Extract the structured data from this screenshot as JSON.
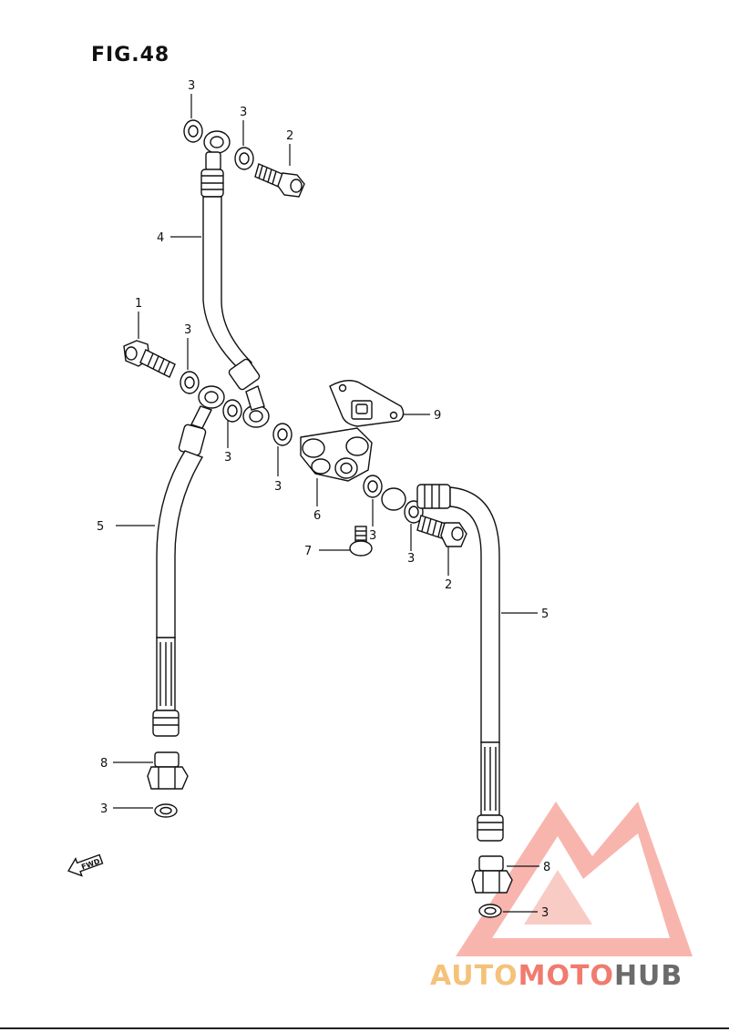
{
  "figure": {
    "title": "FIG.48"
  },
  "callouts": [
    "1",
    "2",
    "3",
    "4",
    "5",
    "6",
    "7",
    "8",
    "9"
  ],
  "fwd_label": "FWD",
  "watermark": {
    "brand_part1": "AUTOMOTO",
    "brand_part2": "HUB",
    "color_primary": "#f07b6e",
    "color_secondary": "#f5c27a",
    "color_dark": "#6b6b6b"
  },
  "colors": {
    "line": "#111111",
    "hose_fill": "#ffffff"
  }
}
